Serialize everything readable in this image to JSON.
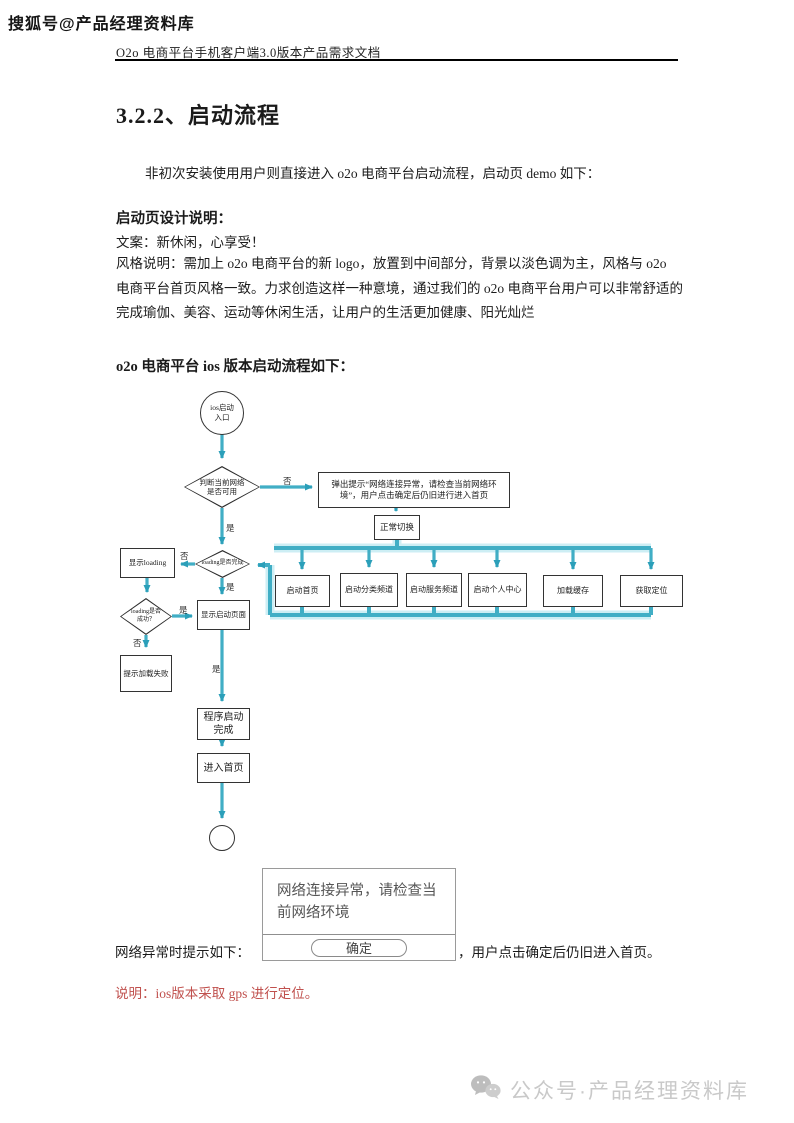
{
  "watermark": "搜狐号@产品经理资料库",
  "header": {
    "title": "O2o 电商平台手机客户端3.0版本产品需求文档"
  },
  "section": {
    "heading": "3.2.2、启动流程",
    "intro": "非初次安装使用用户则直接进入 o2o 电商平台启动流程，启动页 demo 如下：",
    "design_label": "启动页设计说明：",
    "copy_line": "文案：新休闲，心享受！",
    "style_desc": "风格说明：需加上 o2o 电商平台的新 logo，放置到中间部分，背景以淡色调为主，风格与 o2o 电商平台首页风格一致。力求创造这样一种意境，通过我们的 o2o 电商平台用户可以非常舒适的完成瑜伽、美容、运动等休闲生活，让用户的生活更加健康、阳光灿烂",
    "flow_label": "o2o 电商平台 ios 版本启动流程如下："
  },
  "flowchart": {
    "accent_color": "#41aec5",
    "nodes": {
      "start": "ios启动\n入口",
      "check_network": "判断当前网络\n是否可用",
      "network_error_box": "弹出提示“网络连接异常，请检查当前网络环境”，用户点击确定后仍旧进行进入首页",
      "normal_switch": "正常切换",
      "loading_check": "loading是否完成",
      "show_loading": "显示loading",
      "loading_success": "loading是否\n成功？",
      "show_launch": "显示启动页面",
      "load_fail": "提示加载失败",
      "launch_done": "程序启动\n完成",
      "enter_home": "进入首页"
    },
    "tasks": [
      "启动首页",
      "启动分类频道",
      "启动服务频道",
      "启动个人中心",
      "加载缓存",
      "获取定位"
    ],
    "labels": {
      "d1_no": "否",
      "d1_yes": "是",
      "d2_no": "否",
      "d2_yes": "是",
      "d3_yes": "是",
      "d3_no": "否",
      "show_yes": "是"
    }
  },
  "dialog": {
    "message": "网络连接异常，请检查当前网络环境",
    "confirm_label": "确定"
  },
  "caption": {
    "prefix": "网络异常时提示如下：",
    "suffix": "，用户点击确定后仍旧进入首页。"
  },
  "note": "说明：ios版本采取 gps 进行定位。",
  "footer": {
    "icon": "wechat-icon",
    "label": "公众号·产品经理资料库"
  },
  "colors": {
    "flow_accent": "#41aec5",
    "note_red": "#c0504d",
    "footer_gray": "#c9c9c9"
  }
}
